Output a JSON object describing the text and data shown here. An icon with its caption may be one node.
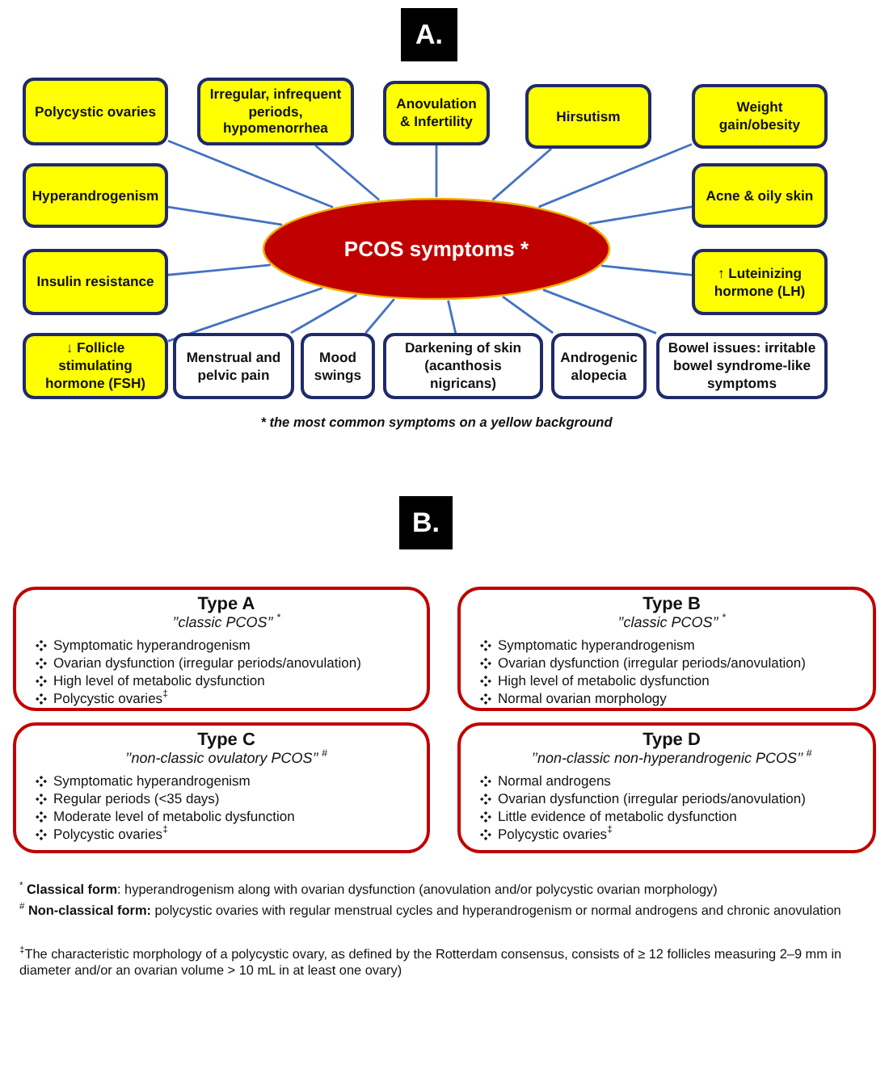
{
  "diagram": {
    "nodes": [
      {
        "text": [
          "A."
        ]
      },
      {
        "text": [
          "PCOS symptoms *"
        ]
      },
      {
        "text": [
          "Polycystic ovaries"
        ]
      },
      {
        "text": [
          "Irregular, infrequent periods, hypomenorrhea"
        ]
      },
      {
        "text": [
          "Anovulation & Infertility"
        ]
      },
      {
        "text": [
          "Hirsutism"
        ]
      },
      {
        "text": [
          "Weight gain/obesity"
        ]
      },
      {
        "text": [
          "Hyperandrogenism"
        ]
      },
      {
        "text": [
          "Acne & oily skin"
        ]
      },
      {
        "text": [
          "Insulin resistance"
        ]
      },
      {
        "text": [
          "↑ Luteinizing hormone (LH)"
        ]
      },
      {
        "text": [
          "↓ Follicle stimulating hormone (FSH)"
        ]
      },
      {
        "text": [
          "Menstrual and pelvic pain"
        ]
      },
      {
        "text": [
          "Mood swings"
        ]
      },
      {
        "text": [
          "Darkening of skin (acanthosis nigricans)"
        ]
      },
      {
        "text": [
          "Androgenic alopecia"
        ]
      },
      {
        "text": [
          "Bowel issues: irritable bowel syndrome-like symptoms"
        ]
      },
      {
        "text": [
          "B."
        ]
      },
      {
        "text": [
          "Type A",
          "’’classic PCOS’’ $^{*}$",
          "Symptomatic hyperandrogenism",
          "Ovarian dysfunction (irregular periods/anovulation)",
          "High level of metabolic dysfunction",
          "Polycystic ovaries$^{‡}$"
        ]
      },
      {
        "text": [
          "Type B",
          "’’classic PCOS’’ $^{*}$",
          "Symptomatic hyperandrogenism",
          "Ovarian dysfunction (irregular periods/anovulation)",
          "High level of metabolic dysfunction",
          "Normal ovarian morphology"
        ]
      },
      {
        "text": [
          "Type C",
          "’’non-classic ovulatory PCOS’’ $^{#}$",
          "Symptomatic hyperandrogenism",
          "Regular periods (<35 days)",
          "Moderate level of metabolic dysfunction",
          "Polycystic ovaries$^{‡}$"
        ]
      },
      {
        "text": [
          "Type D",
          "’’non-classic non-hyperandrogenic PCOS’’ $^{#}$",
          "Normal androgens",
          "Ovarian dysfunction (irregular periods/anovulation)",
          "Little evidence of metabolic dysfunction",
          "Polycystic ovaries$^{‡}$"
        ]
      }
    ],
    "edges": [
      {
        "from": 1,
        "to": 2,
        "arrow": "none"
      },
      {
        "from": 1,
        "to": 3,
        "arrow": "none"
      },
      {
        "from": 1,
        "to": 4,
        "arrow": "none"
      },
      {
        "from": 1,
        "to": 5,
        "arrow": "none"
      },
      {
        "from": 1,
        "to": 6,
        "arrow": "none"
      },
      {
        "from": 1,
        "to": 7,
        "arrow": "none"
      },
      {
        "from": 1,
        "to": 8,
        "arrow": "none"
      },
      {
        "from": 1,
        "to": 9,
        "arrow": "none"
      },
      {
        "from": 1,
        "to": 10,
        "arrow": "none"
      },
      {
        "from": 1,
        "to": 11,
        "arrow": "none"
      },
      {
        "from": 1,
        "to": 12,
        "arrow": "none"
      },
      {
        "from": 1,
        "to": 13,
        "arrow": "none"
      },
      {
        "from": 1,
        "to": 14,
        "arrow": "none"
      },
      {
        "from": 1,
        "to": 15,
        "arrow": "none"
      },
      {
        "from": 1,
        "to": 16,
        "arrow": "none"
      }
    ],
    "labels": [
      "* the most common symptoms on a yellow background",
      "$^{*}$ **Classical form**: hyperandrogenism along with ovarian dysfunction (anovulation and/or polycystic ovarian morphology)",
      "$^{#}$ **Non-classical form:** polycystic ovaries with regular menstrual cycles and hyperandrogenism or normal androgens and chronic anovulation",
      "$^{‡}$The characteristic morphology of a polycystic ovary, as defined by the Rotterdam consensus, consists of ≥ 12 follicles measuring 2–9 mm in diameter and/or an ovarian volume > 10 mL in at least one ovary)"
    ]
  }
}
